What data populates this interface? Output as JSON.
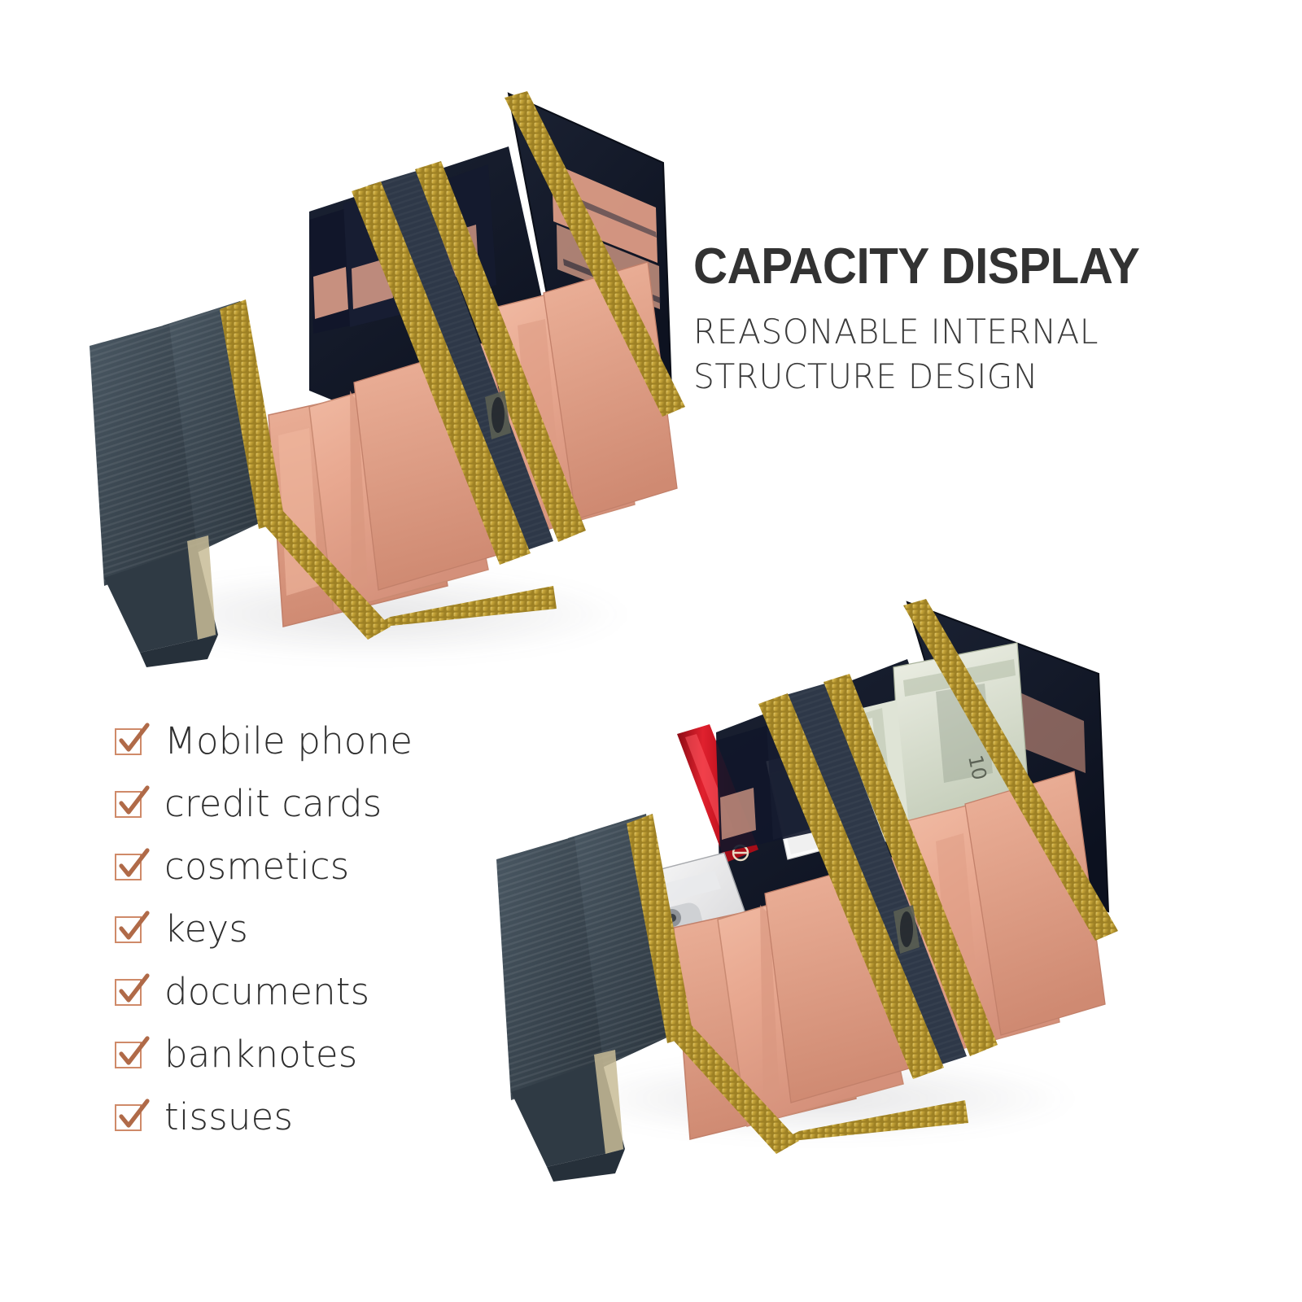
{
  "background_color": "#ffffff",
  "heading": {
    "title": "CAPACITY DISPLAY",
    "subtitle_line1": "REASONABLE INTERNAL",
    "subtitle_line2": "STRUCTURE DESIGN",
    "title_color": "#323232",
    "subtitle_color": "#3a3a3a"
  },
  "checklist": {
    "check_color": "#b06a48",
    "box_border_color": "#cf8a69",
    "label_color": "#2e2e2e",
    "items": [
      {
        "label": "Mobile phone",
        "checked": true
      },
      {
        "label": "credit cards",
        "checked": true
      },
      {
        "label": "cosmetics",
        "checked": true
      },
      {
        "label": "keys",
        "checked": true
      },
      {
        "label": "documents",
        "checked": true
      },
      {
        "label": "banknotes",
        "checked": true
      },
      {
        "label": "tissues",
        "checked": true
      }
    ]
  },
  "product_photos": [
    {
      "id": "wallet-empty",
      "caption_role": "top-left product photo",
      "description": "Open accordion zip wallet, empty, showing internal compartments",
      "exterior_color": "#3d4a54",
      "lining_color": "#141a2a",
      "interior_color": "#e8a890",
      "zipper_color": "#c9a83c",
      "contents": []
    },
    {
      "id": "wallet-filled",
      "caption_role": "bottom-right product photo",
      "description": "Open accordion zip wallet filled with items",
      "exterior_color": "#3d4a54",
      "lining_color": "#141a2a",
      "interior_color": "#e8a890",
      "zipper_color": "#c9a83c",
      "contents": [
        "banknotes",
        "earbuds case",
        "red lipstick",
        "mobile phone"
      ]
    }
  ],
  "palette": {
    "wallet_exterior": "#3d4a54",
    "wallet_lining": "#141a2a",
    "wallet_interior_peach": "#e8a890",
    "zipper_gold": "#c9a83c",
    "accent_terracotta": "#b06a48",
    "banknote_green": "#cfd6c4",
    "lipstick_red": "#cc1122"
  }
}
